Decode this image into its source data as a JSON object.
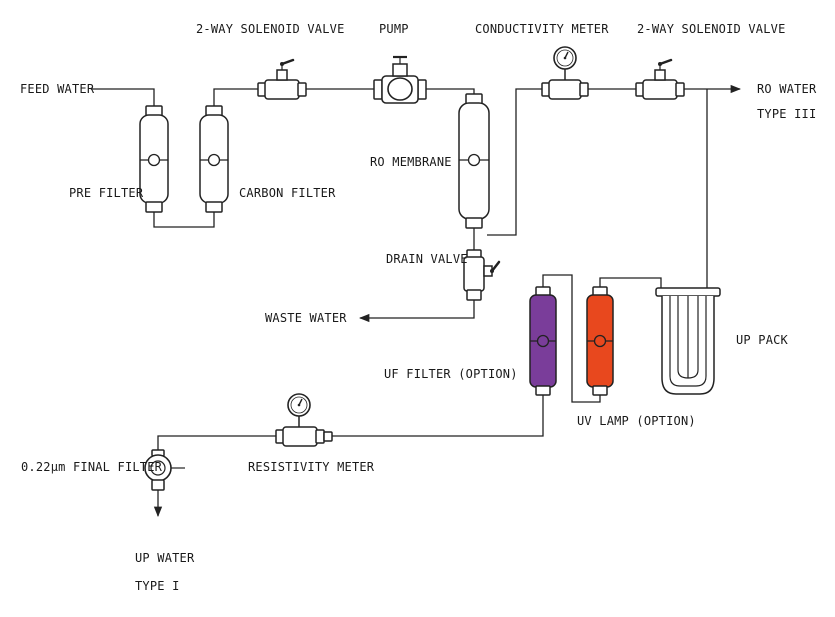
{
  "labels": {
    "feed_water": "FEED WATER",
    "valve1": "2-WAY SOLENOID VALVE",
    "pump": "PUMP",
    "conductivity_meter": "CONDUCTIVITY METER",
    "valve2": "2-WAY SOLENOID VALVE",
    "ro_water_line1": "RO WATER",
    "ro_water_line2": "TYPE III",
    "pre_filter": "PRE FILTER",
    "carbon_filter": "CARBON FILTER",
    "ro_membrane": "RO MEMBRANE",
    "drain_valve": "DRAIN VALVE",
    "waste_water": "WASTE WATER",
    "up_pack": "UP PACK",
    "uf_filter": "UF FILTER (OPTION)",
    "uv_lamp": "UV LAMP (OPTION)",
    "resistivity_meter": "RESISTIVITY METER",
    "final_filter": "0.22μm FINAL FILTER",
    "up_water_line1": "UP WATER",
    "up_water_line2": "TYPE I"
  },
  "colors": {
    "uf_filter": "#7a3d9a",
    "uv_lamp": "#e8481e",
    "line": "#222222"
  }
}
